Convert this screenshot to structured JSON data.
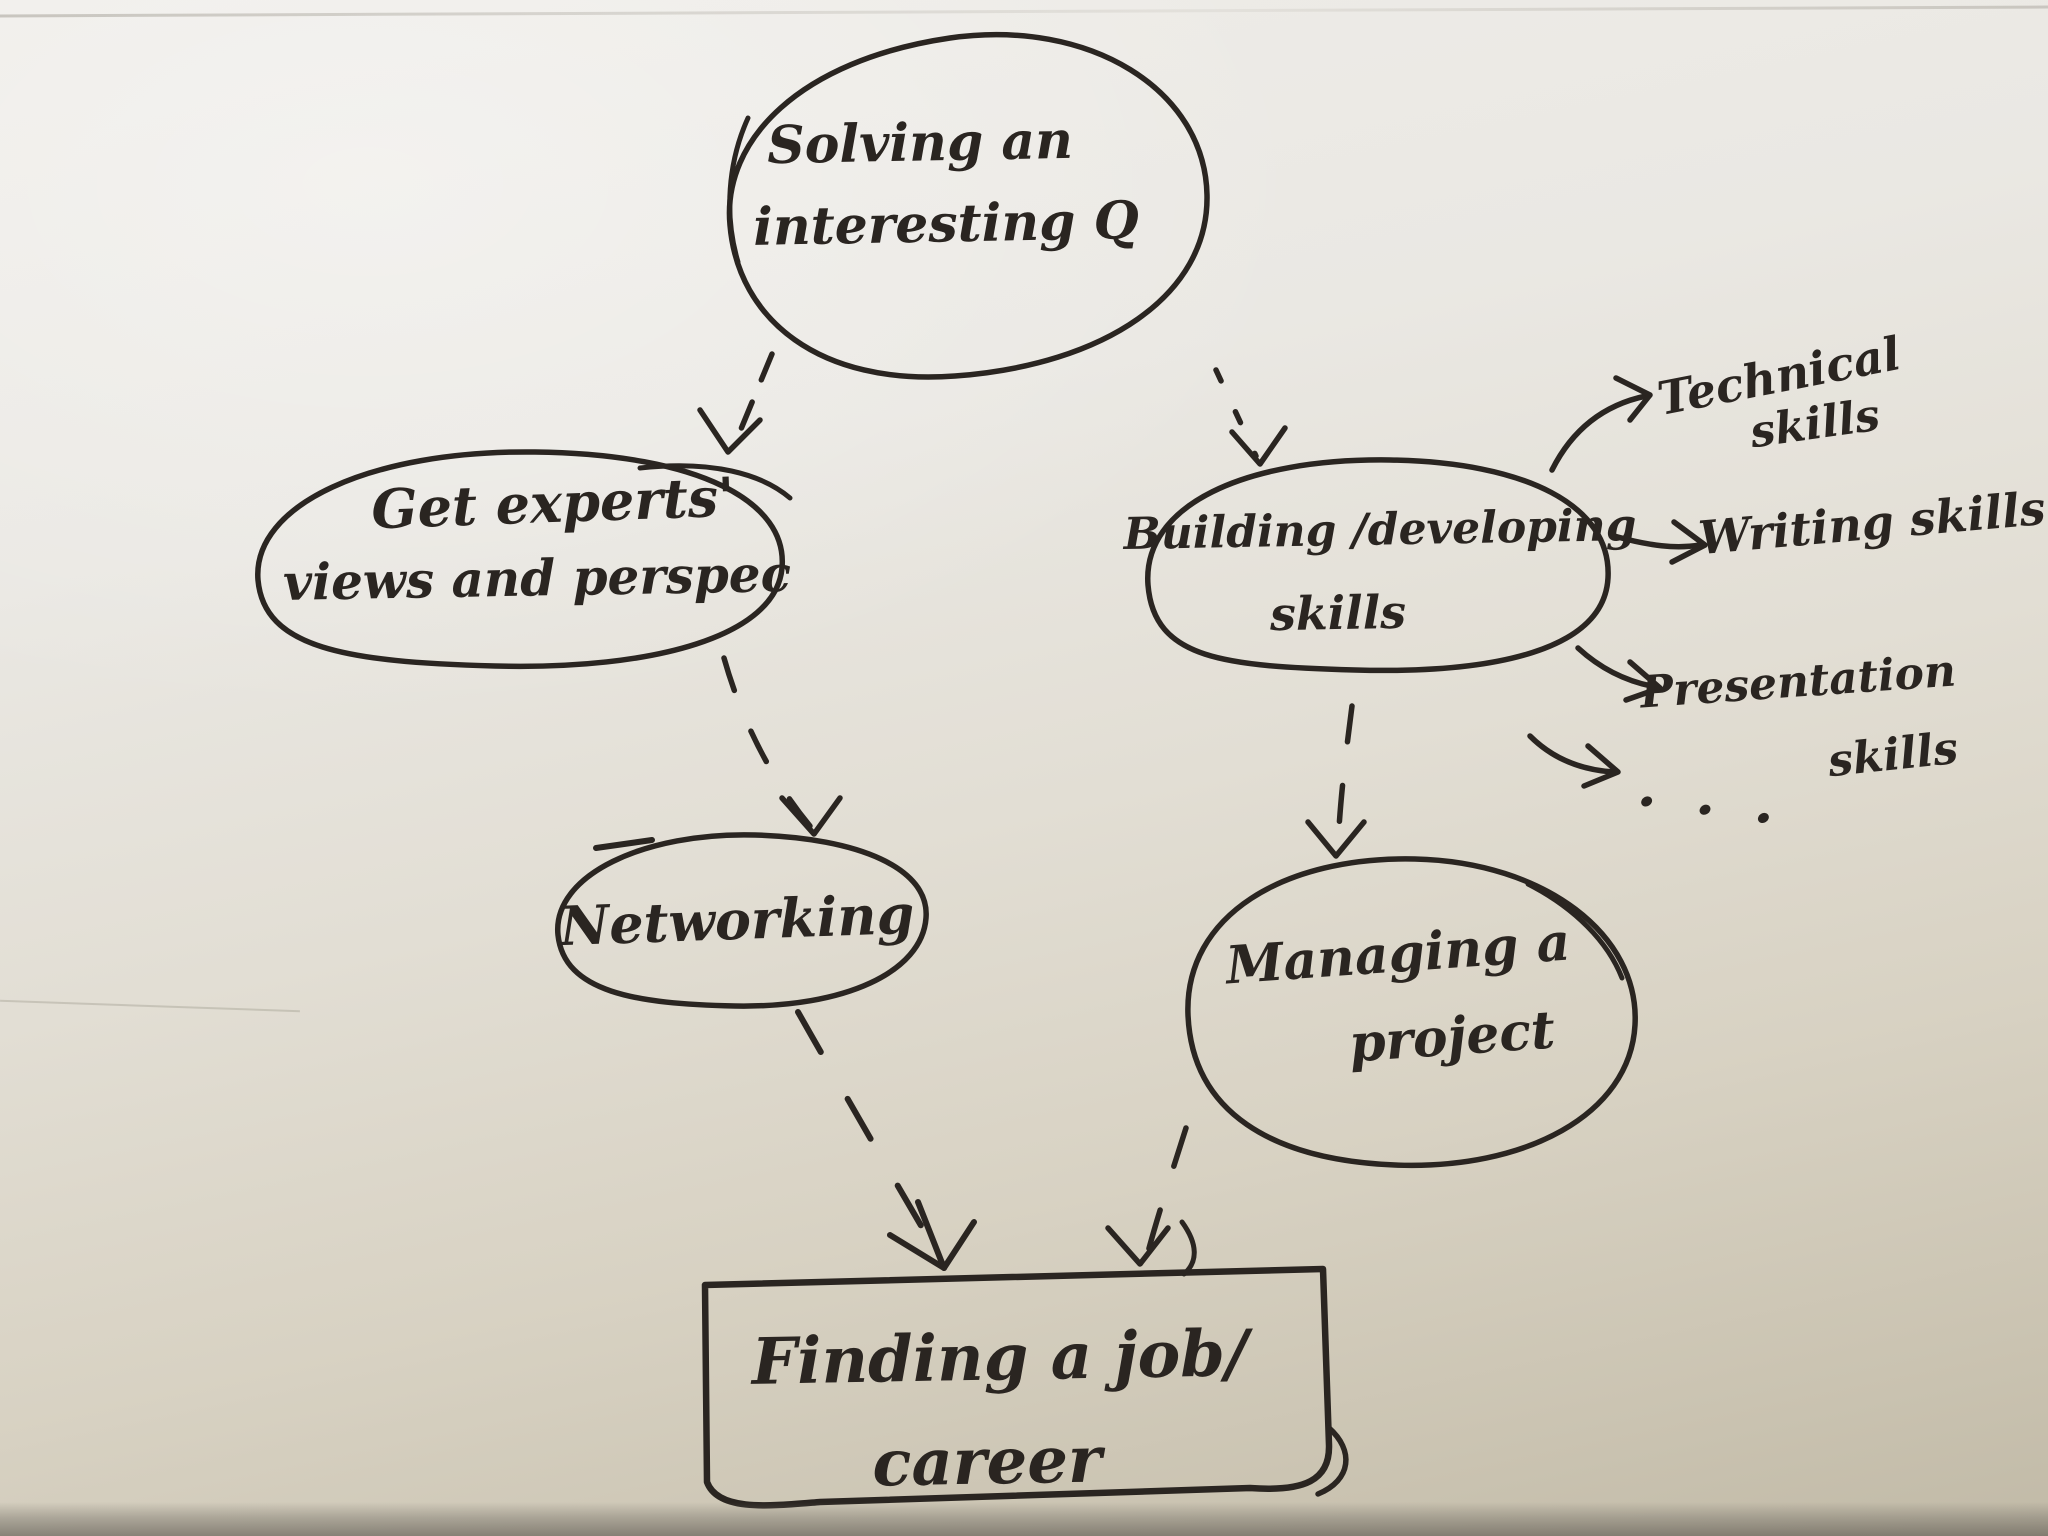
{
  "diagram": {
    "nodes": {
      "solving": {
        "line1": "Solving an",
        "line2": "interesting Q"
      },
      "experts": {
        "line1": "Get experts'",
        "line2": "views and perspec"
      },
      "building": {
        "line1": "Building /developing",
        "line2": "skills"
      },
      "networking": {
        "label": "Networking"
      },
      "managing": {
        "line1": "Managing a",
        "line2": "project"
      },
      "finding": {
        "line1": "Finding a job/",
        "line2": "career"
      }
    },
    "annotations": {
      "technical": {
        "line1": "Technical",
        "line2": "skills"
      },
      "writing": {
        "label": "Writing skills"
      },
      "presentation": {
        "line1": "Presentation",
        "line2": "skills"
      },
      "more": {
        "label": ". . ."
      }
    },
    "edges": [
      {
        "from": "solving",
        "to": "experts",
        "style": "dashed"
      },
      {
        "from": "solving",
        "to": "building",
        "style": "dashed"
      },
      {
        "from": "experts",
        "to": "networking",
        "style": "dashed"
      },
      {
        "from": "building",
        "to": "managing",
        "style": "dashed"
      },
      {
        "from": "networking",
        "to": "finding",
        "style": "dashed"
      },
      {
        "from": "managing",
        "to": "finding",
        "style": "dashed"
      },
      {
        "from": "building",
        "to": "technical",
        "style": "solid"
      },
      {
        "from": "building",
        "to": "writing",
        "style": "solid"
      },
      {
        "from": "building",
        "to": "presentation",
        "style": "solid"
      },
      {
        "from": "building",
        "to": "more",
        "style": "solid"
      }
    ],
    "colors": {
      "ink": "#2a2521",
      "paper_light": "#efede9",
      "paper_dark": "#c1baa7"
    }
  }
}
